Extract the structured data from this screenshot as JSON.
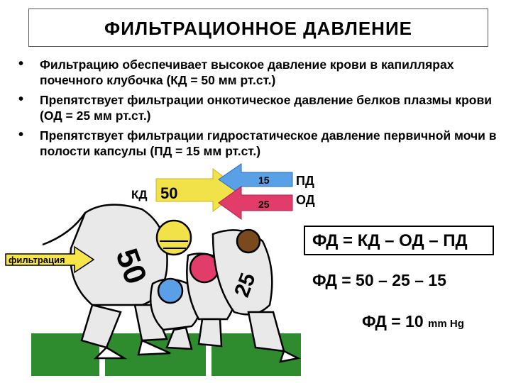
{
  "title": "ФИЛЬТРАЦИОННОЕ ДАВЛЕНИЕ",
  "bullets": [
    "Фильтрацию обеспечивает высокое давление крови в капиллярах почечного клубочка (КД = 50 мм рт.ст.)",
    "Препятствует фильтрации онкотическое давление белков плазмы крови (ОД = 25 мм рт.ст.)",
    "Препятствует фильтрации гидростатическое давление первичной мочи в полости капсулы (ПД = 15 мм рт.ст.)"
  ],
  "diagram": {
    "kd_label": "КД",
    "kd_value": "50",
    "pd_value": "15",
    "od_value": "25",
    "pd_label": "ПД",
    "od_label": "ОД",
    "filtration_label": "фильтрация",
    "player_numbers": [
      "50",
      "25"
    ]
  },
  "formulas": {
    "main": "ФД = КД – ОД – ПД",
    "substituted": "ФД =  50 –  25 –  15",
    "result_prefix": "ФД = 10",
    "result_unit": "mm Hg"
  },
  "colors": {
    "kd_arrow": "#f2e24a",
    "pd_arrow": "#5aa0e6",
    "od_arrow": "#e23c6a",
    "filtration_arrow": "#f6e64a",
    "field": "#2e8b2e"
  }
}
